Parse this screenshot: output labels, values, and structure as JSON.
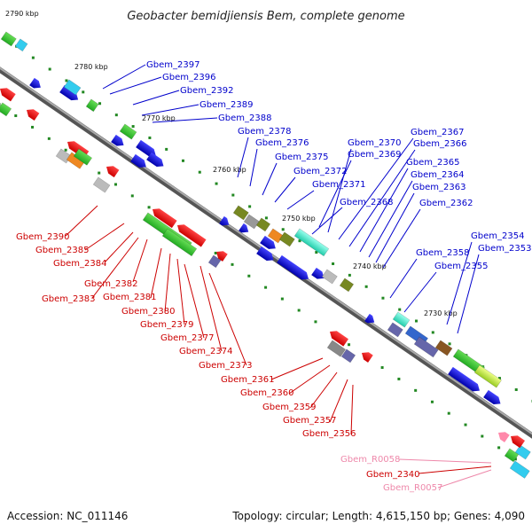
{
  "title": "Geobacter bemidjiensis Bem, complete genome",
  "footer": {
    "accession": "Accession: NC_011146",
    "summary": "Topology: circular; Length: 4,615,150 bp; Genes: 4,090"
  },
  "ticks": [
    "2790 kbp",
    "2780 kbp",
    "2770 kbp",
    "2760 kbp",
    "2750 kbp",
    "2740 kbp",
    "2730 kbp"
  ],
  "labels_top": [
    "Gbem_2397",
    "Gbem_2396",
    "Gbem_2392",
    "Gbem_2389",
    "Gbem_2388",
    "Gbem_2378",
    "Gbem_2376",
    "Gbem_2375",
    "Gbem_2372",
    "Gbem_2371",
    "Gbem_2370",
    "Gbem_2369",
    "Gbem_2368",
    "Gbem_2367",
    "Gbem_2366",
    "Gbem_2365",
    "Gbem_2364",
    "Gbem_2363",
    "Gbem_2362",
    "Gbem_2358",
    "Gbem_2355",
    "Gbem_2354",
    "Gbem_2353"
  ],
  "labels_bottom": [
    "Gbem_2390",
    "Gbem_2385",
    "Gbem_2384",
    "Gbem_2382",
    "Gbem_2383",
    "Gbem_2381",
    "Gbem_2380",
    "Gbem_2379",
    "Gbem_2377",
    "Gbem_2374",
    "Gbem_2373",
    "Gbem_2361",
    "Gbem_2360",
    "Gbem_2359",
    "Gbem_2357",
    "Gbem_2356"
  ],
  "labels_rna": [
    "Gbem_R0058",
    "Gbem_R0057"
  ],
  "labels_extra": [
    "Gbem_2340"
  ],
  "colors": {
    "forward": "#0000cc",
    "reverse": "#cc0000",
    "rna": "#ee88aa",
    "axis": "#888888"
  }
}
